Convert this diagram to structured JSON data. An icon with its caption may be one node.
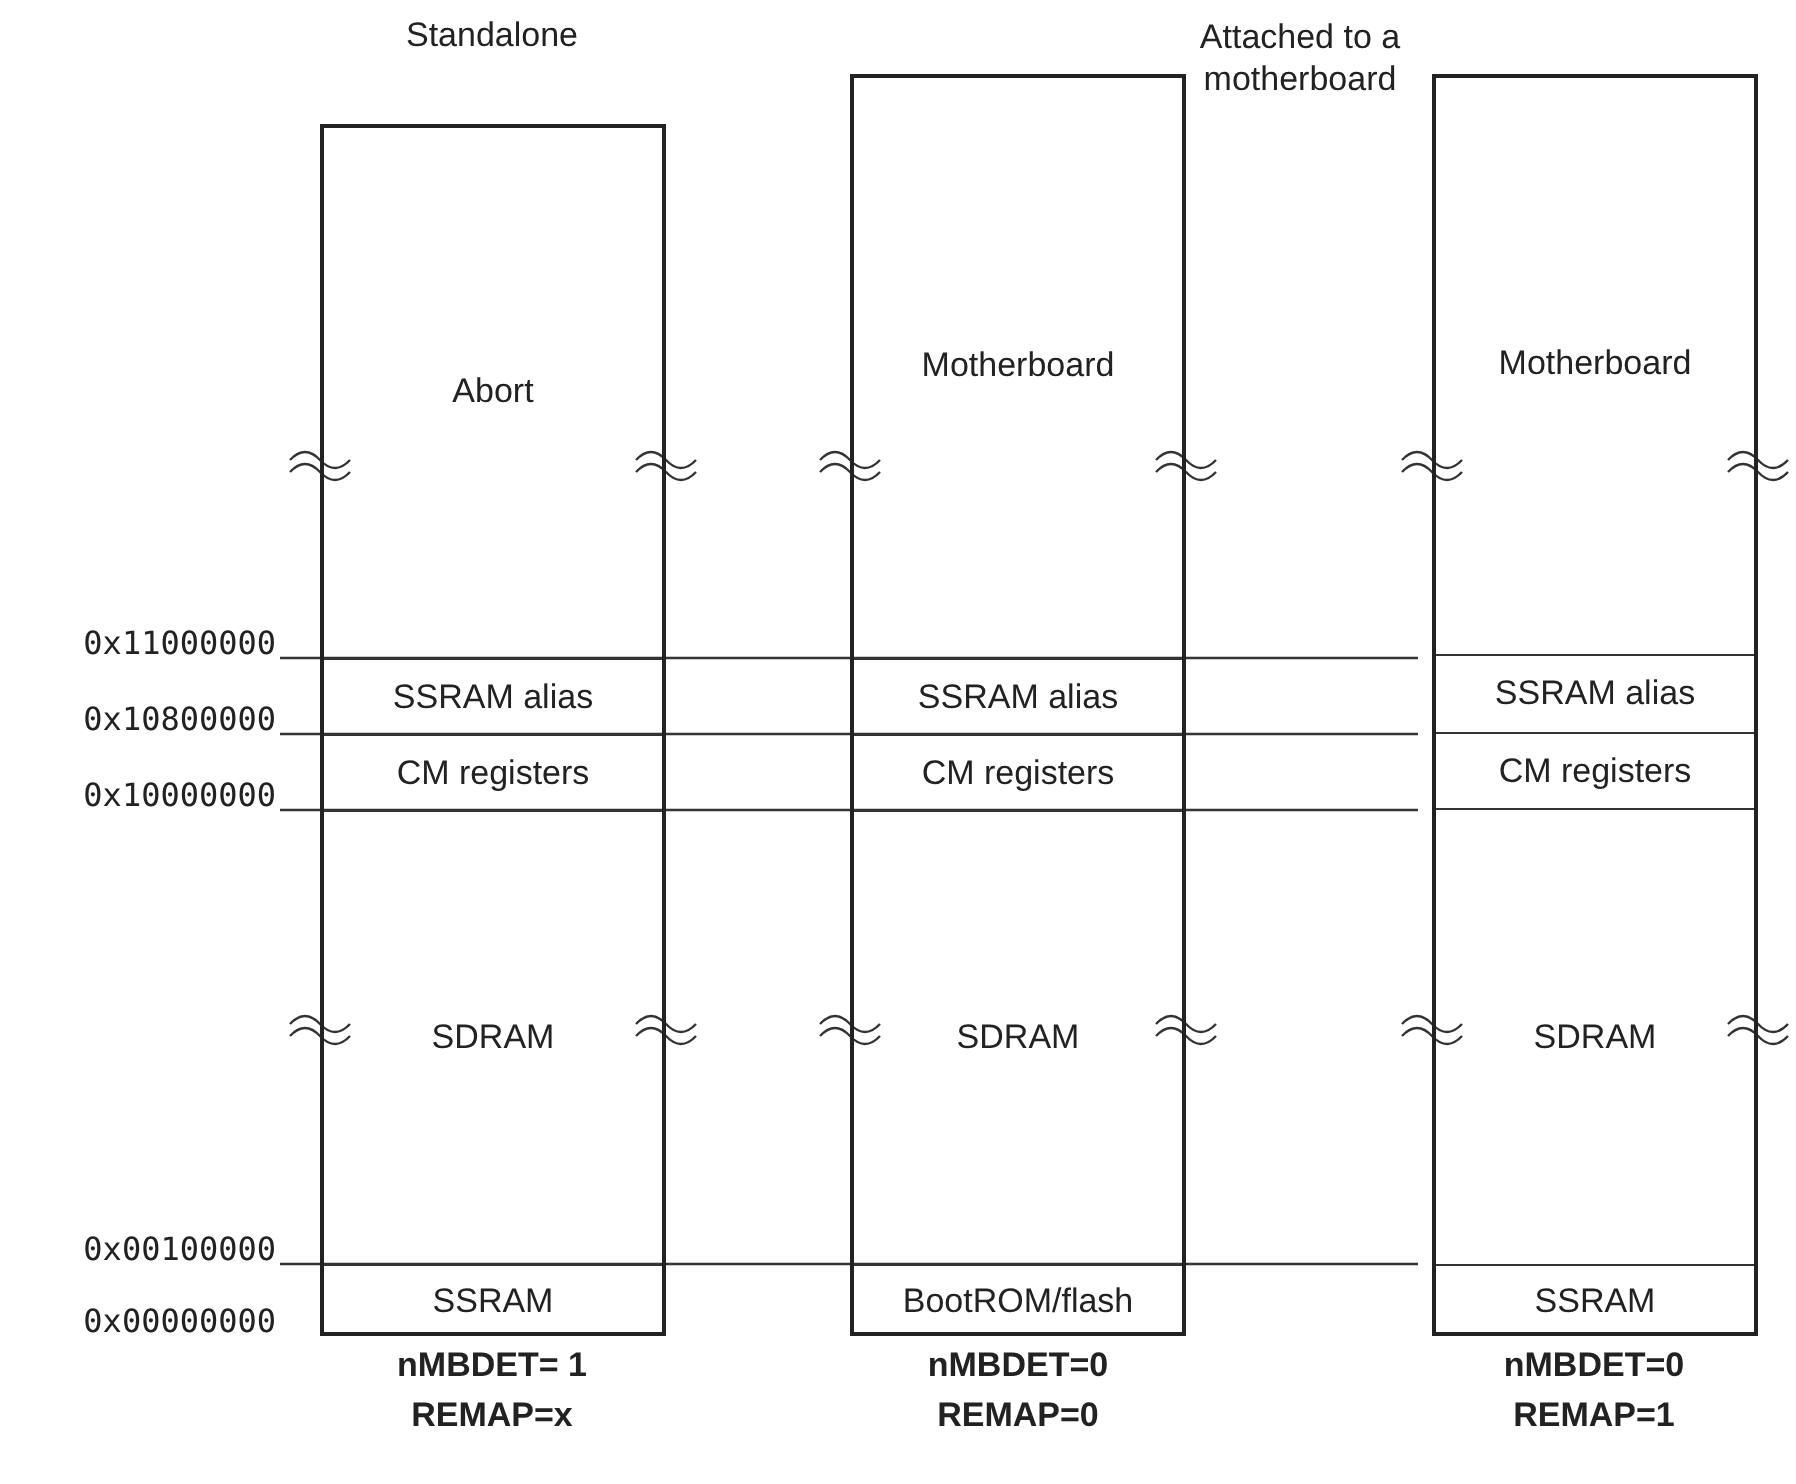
{
  "diagram": {
    "nodes": [
      {
        "text": [],
        "shape": "box"
      },
      {
        "text": [
          "Abort"
        ],
        "in": 0
      },
      {
        "text": [
          "SSRAM alias"
        ],
        "in": 0
      },
      {
        "text": [
          "CM registers"
        ],
        "in": 0
      },
      {
        "text": [
          "SDRAM"
        ],
        "in": 0
      },
      {
        "text": [
          "SSRAM"
        ],
        "in": 0
      },
      {
        "text": [],
        "shape": "box"
      },
      {
        "text": [
          "Motherboard"
        ],
        "in": 6
      },
      {
        "text": [
          "SSRAM alias"
        ],
        "in": 6
      },
      {
        "text": [
          "CM registers"
        ],
        "in": 6
      },
      {
        "text": [
          "SDRAM"
        ],
        "in": 6
      },
      {
        "text": [
          "BootROM/flash"
        ],
        "in": 6
      },
      {
        "text": [],
        "shape": "box"
      },
      {
        "text": [
          "Motherboard"
        ],
        "in": 12
      },
      {
        "text": [
          "SSRAM alias"
        ],
        "in": 12
      },
      {
        "text": [
          "CM registers"
        ],
        "in": 12
      },
      {
        "text": [
          "SDRAM"
        ],
        "in": 12
      },
      {
        "text": [
          "SSRAM"
        ],
        "in": 12
      }
    ],
    "labels": [
      "Standalone",
      "Attached to a motherboard",
      "0x11000000",
      "0x10800000",
      "0x10000000",
      "0x00100000",
      "0x00000000",
      "nMBDET= 1",
      "nMBDET=0",
      "nMBDET=0",
      "REMAP=x",
      "REMAP=0",
      "REMAP=1"
    ]
  }
}
